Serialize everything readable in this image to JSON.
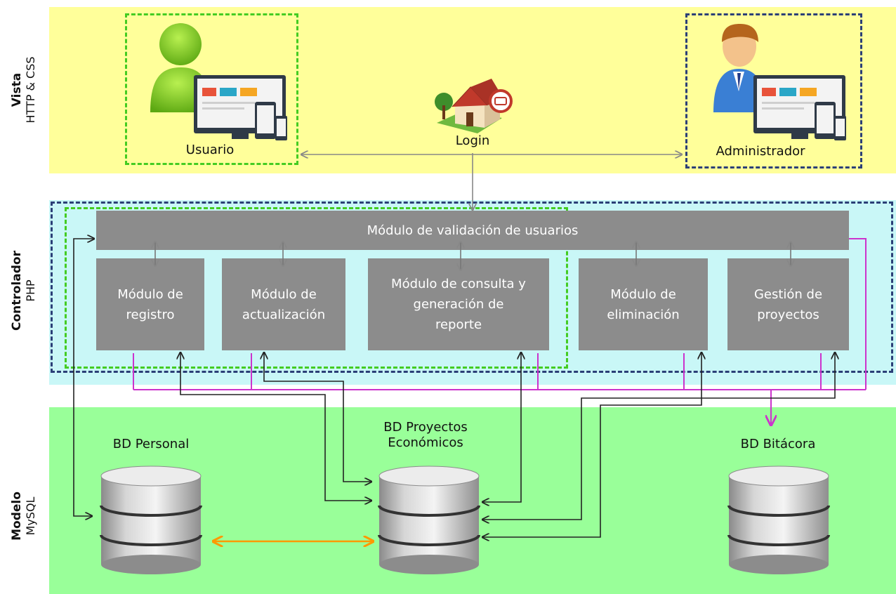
{
  "layers": {
    "vista": {
      "title": "Vista",
      "subtitle": "HTTP & CSS"
    },
    "controlador": {
      "title": "Controlador",
      "subtitle": "PHP"
    },
    "modelo": {
      "title": "Modelo",
      "subtitle": "MySQL"
    }
  },
  "actors": {
    "usuario": "Usuario",
    "login": "Login",
    "administrador": "Administrador"
  },
  "modules": {
    "validacion": "Módulo de validación de usuarios",
    "registro": "Módulo de\nregistro",
    "actualizacion": "Módulo de\nactualización",
    "consulta": "Módulo de consulta y\ngeneración de\nreporte",
    "eliminacion": "Módulo de\neliminación",
    "gestion": "Gestión de\nproyectos"
  },
  "databases": {
    "personal": "BD Personal",
    "proyectos": "BD Proyectos\nEconómicos",
    "bitacora": "BD Bitácora"
  },
  "colors": {
    "vista_bg": "#ffff9a",
    "controlador_bg": "#c9f7f7",
    "modelo_bg": "#99ff99",
    "module_gray": "#8c8c8c",
    "user_border": "#44cc22",
    "admin_border": "#2b3f77",
    "log_line": "#cc33cc",
    "sync_arrow": "#ff9900"
  }
}
